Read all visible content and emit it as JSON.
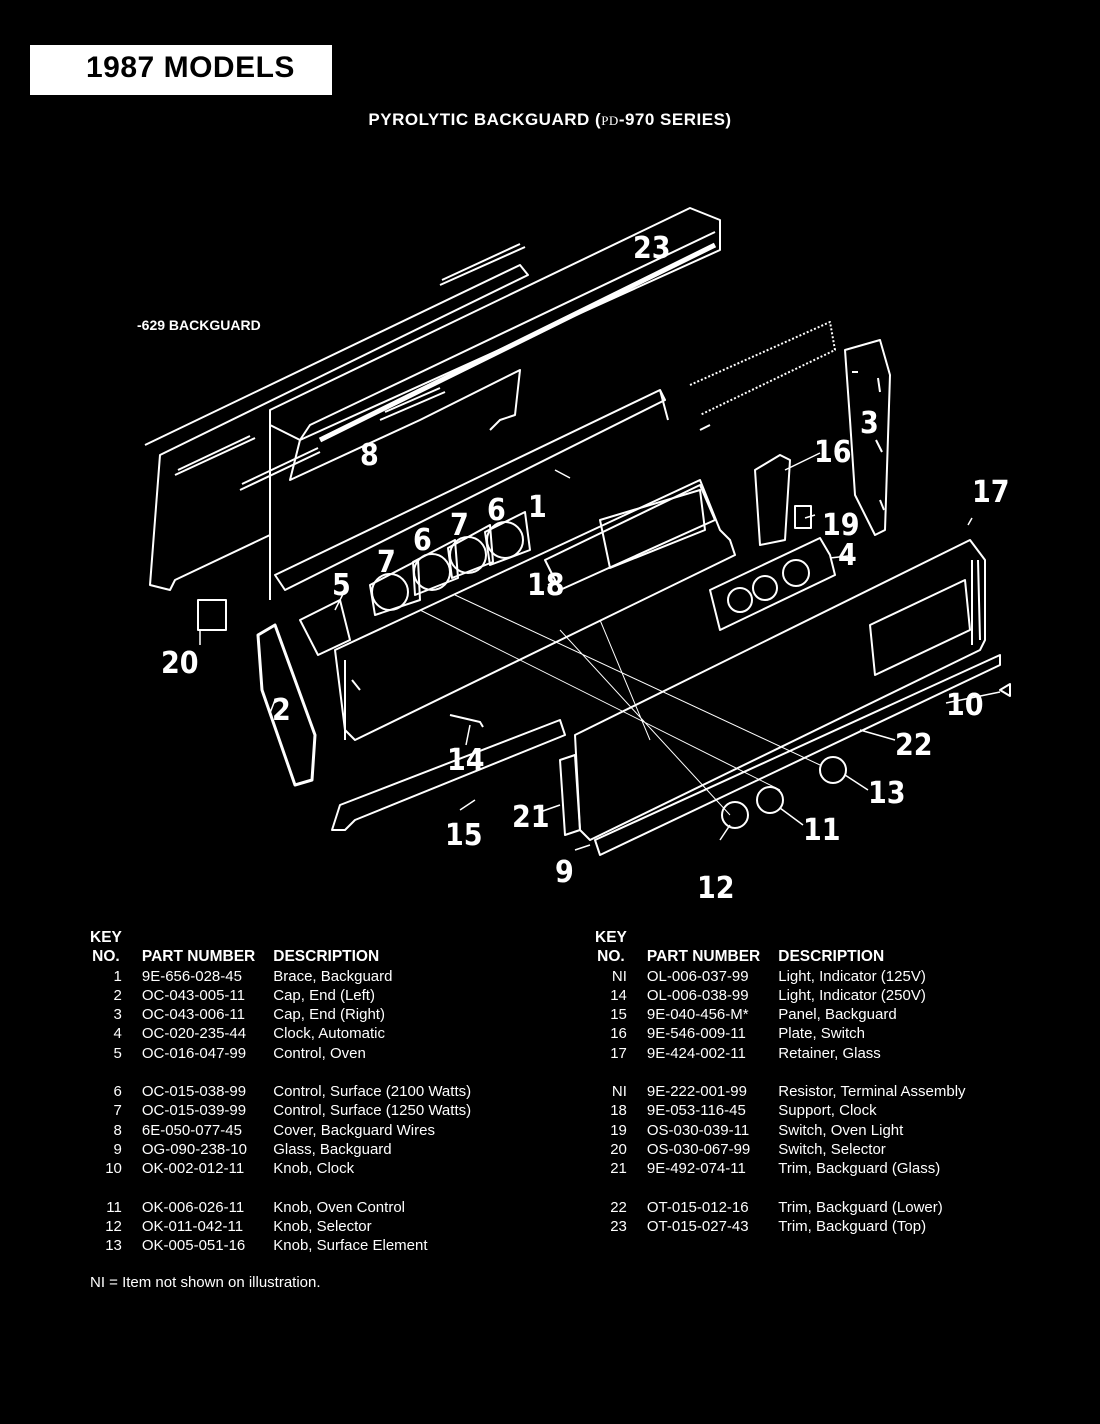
{
  "header": {
    "badge": "1987 MODELS",
    "title_prefix": "PYROLYTIC BACKGUARD (",
    "title_model": "PD",
    "title_suffix": "-970 SERIES)"
  },
  "diagram": {
    "alt_label": "-629 BACKGUARD",
    "callouts": [
      "23",
      "8",
      "1",
      "3",
      "16",
      "19",
      "17",
      "6",
      "7",
      "6",
      "7",
      "5",
      "18",
      "4",
      "20",
      "2",
      "10",
      "14",
      "22",
      "13",
      "21",
      "15",
      "11",
      "9",
      "12"
    ]
  },
  "table": {
    "headers": {
      "key_top": "KEY",
      "key_bottom": "NO.",
      "part_number": "PART NUMBER",
      "description": "DESCRIPTION"
    },
    "left_groups": [
      [
        {
          "key": "1",
          "pn": "9E-656-028-45",
          "desc": "Brace, Backguard"
        },
        {
          "key": "2",
          "pn": "OC-043-005-11",
          "desc": "Cap, End (Left)"
        },
        {
          "key": "3",
          "pn": "OC-043-006-11",
          "desc": "Cap, End (Right)"
        },
        {
          "key": "4",
          "pn": "OC-020-235-44",
          "desc": "Clock, Automatic"
        },
        {
          "key": "5",
          "pn": "OC-016-047-99",
          "desc": "Control, Oven"
        }
      ],
      [
        {
          "key": "6",
          "pn": "OC-015-038-99",
          "desc": "Control, Surface (2100 Watts)"
        },
        {
          "key": "7",
          "pn": "OC-015-039-99",
          "desc": "Control, Surface (1250 Watts)"
        },
        {
          "key": "8",
          "pn": "6E-050-077-45",
          "desc": "Cover, Backguard Wires"
        },
        {
          "key": "9",
          "pn": "OG-090-238-10",
          "desc": "Glass, Backguard"
        },
        {
          "key": "10",
          "pn": "OK-002-012-11",
          "desc": "Knob, Clock"
        }
      ],
      [
        {
          "key": "11",
          "pn": "OK-006-026-11",
          "desc": "Knob, Oven Control"
        },
        {
          "key": "12",
          "pn": "OK-011-042-11",
          "desc": "Knob, Selector"
        },
        {
          "key": "13",
          "pn": "OK-005-051-16",
          "desc": "Knob, Surface Element"
        }
      ]
    ],
    "right_groups": [
      [
        {
          "key": "NI",
          "pn": "OL-006-037-99",
          "desc": "Light, Indicator (125V)"
        },
        {
          "key": "14",
          "pn": "OL-006-038-99",
          "desc": "Light, Indicator (250V)"
        },
        {
          "key": "15",
          "pn": "9E-040-456-M*",
          "desc": "Panel, Backguard"
        },
        {
          "key": "16",
          "pn": "9E-546-009-11",
          "desc": "Plate, Switch"
        },
        {
          "key": "17",
          "pn": "9E-424-002-11",
          "desc": "Retainer, Glass"
        }
      ],
      [
        {
          "key": "NI",
          "pn": "9E-222-001-99",
          "desc": "Resistor, Terminal Assembly"
        },
        {
          "key": "18",
          "pn": "9E-053-116-45",
          "desc": "Support, Clock"
        },
        {
          "key": "19",
          "pn": "OS-030-039-11",
          "desc": "Switch, Oven Light"
        },
        {
          "key": "20",
          "pn": "OS-030-067-99",
          "desc": "Switch, Selector"
        },
        {
          "key": "21",
          "pn": "9E-492-074-11",
          "desc": "Trim, Backguard (Glass)"
        }
      ],
      [
        {
          "key": "22",
          "pn": "OT-015-012-16",
          "desc": "Trim, Backguard (Lower)"
        },
        {
          "key": "23",
          "pn": "OT-015-027-43",
          "desc": "Trim, Backguard (Top)"
        }
      ]
    ],
    "footnote": "NI = Item not shown on illustration."
  }
}
